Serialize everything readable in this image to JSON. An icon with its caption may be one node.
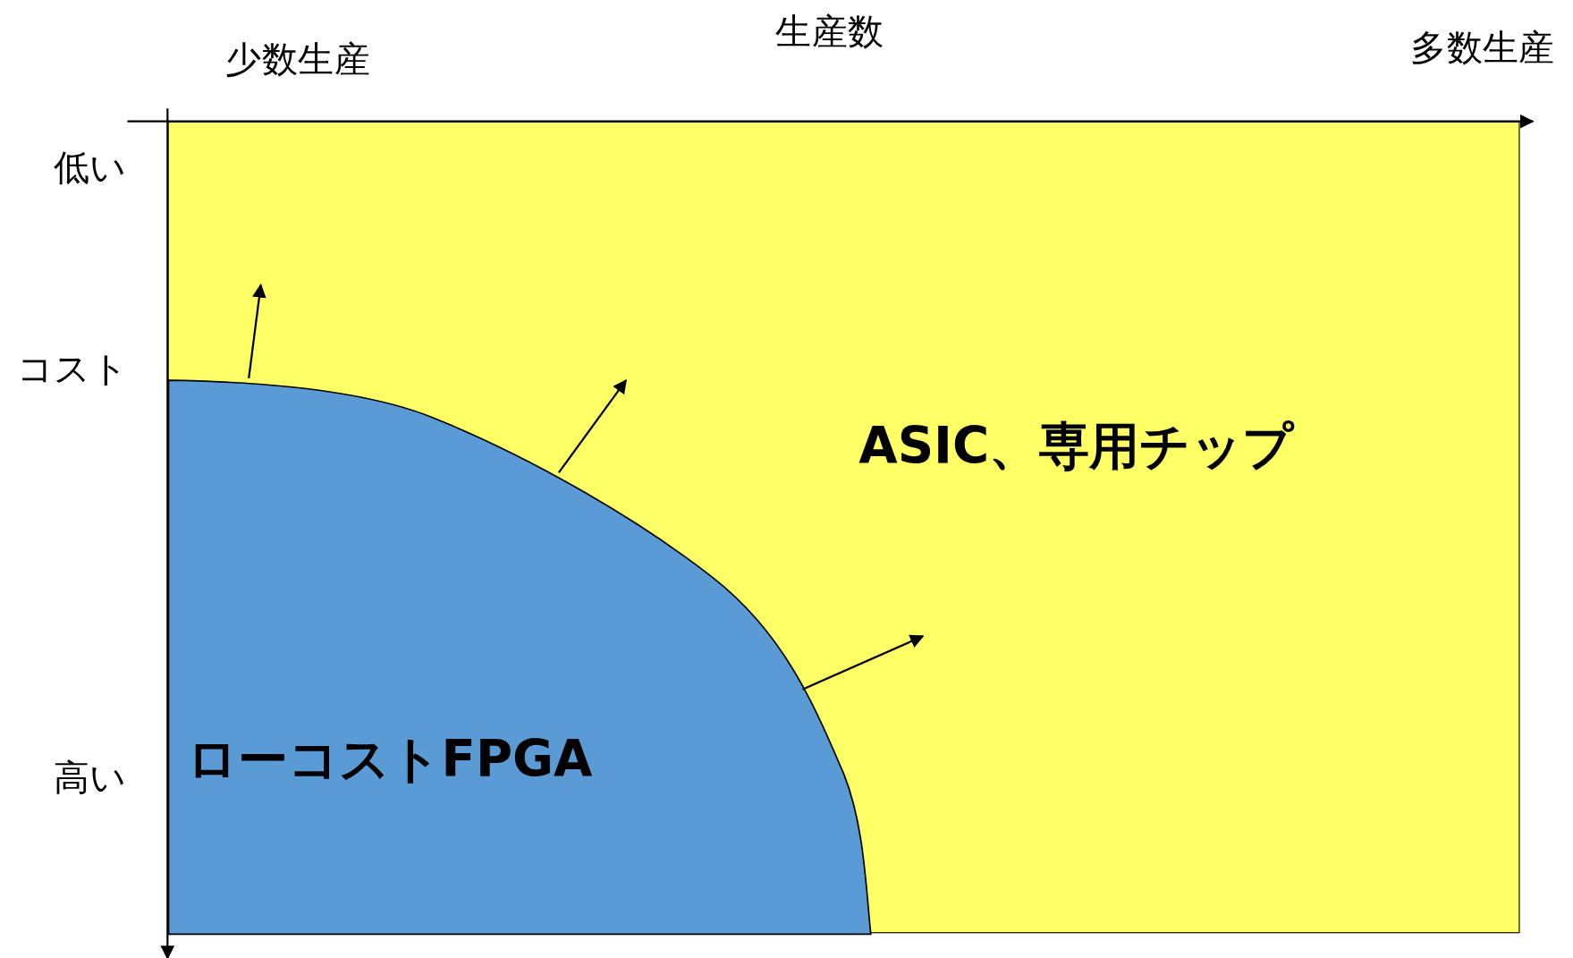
{
  "diagram": {
    "nodes": [
      {
        "text": [
          "ASIC、専用チップ"
        ]
      },
      {
        "text": [
          "ローコストFPGA"
        ],
        "in": 0
      }
    ],
    "edges": [],
    "labels": [
      "少数生産",
      "生産数",
      "多数生産",
      "低い",
      "コスト",
      "高い"
    ]
  }
}
